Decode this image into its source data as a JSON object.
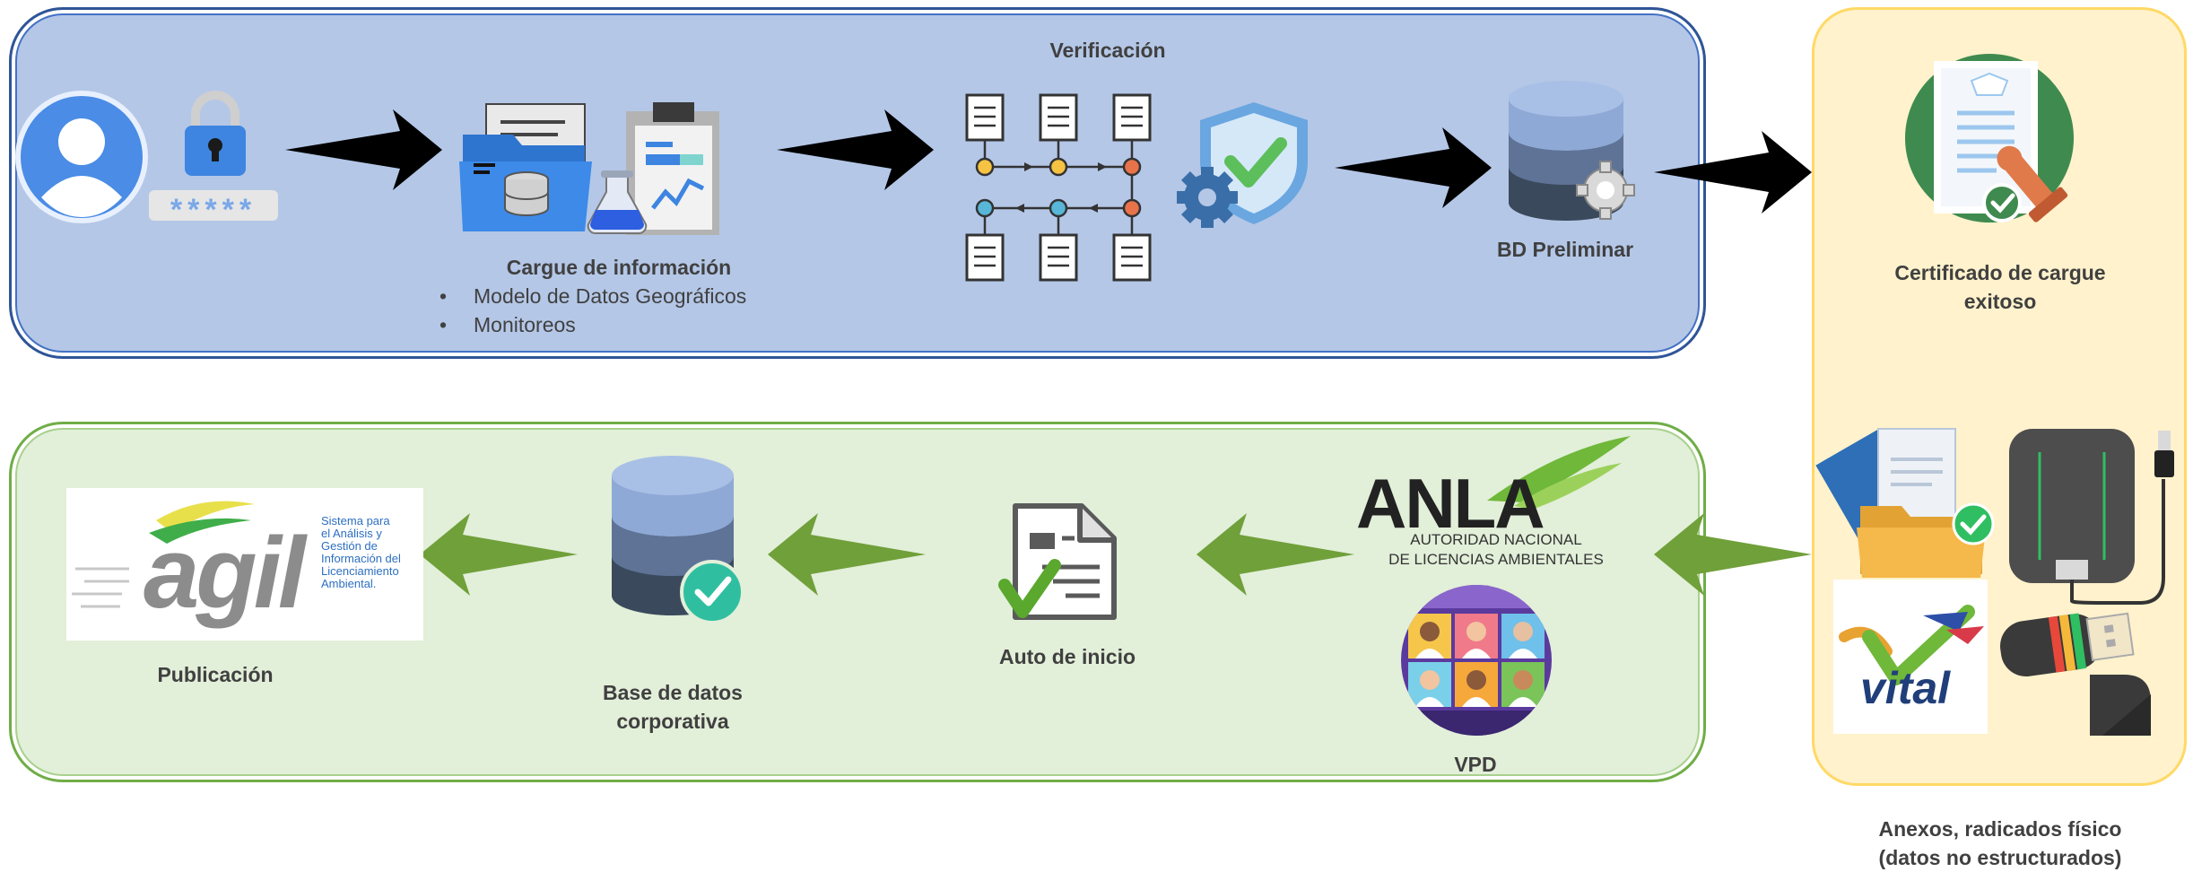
{
  "steps": {
    "cargue": {
      "title": "Cargue de información",
      "bullets": [
        "Modelo de Datos Geográficos",
        "Monitoreos"
      ]
    },
    "verificacion": {
      "title": "Verificación"
    },
    "bd_preliminar": {
      "title": "BD Preliminar"
    },
    "certificado": {
      "title_line1": "Certificado de cargue",
      "title_line2": "exitoso"
    },
    "anexos": {
      "title_line1": "Anexos, radicados físico",
      "title_line2": "(datos no estructurados)"
    },
    "vpd": {
      "title": "VPD"
    },
    "auto_inicio": {
      "title": "Auto de inicio"
    },
    "base_corporativa": {
      "title_line1": "Base de datos",
      "title_line2": "corporativa"
    },
    "publicacion": {
      "title": "Publicación"
    }
  },
  "logos": {
    "anla": {
      "name": "ANLA",
      "line1": "AUTORIDAD NACIONAL",
      "line2": "DE LICENCIAS AMBIENTALES"
    },
    "agil": {
      "name": "agil",
      "tagline": [
        "Sistema para",
        "el Análisis y",
        "Gestión de",
        "Información del",
        "Licenciamiento",
        "Ambiental."
      ]
    },
    "vital": {
      "name": "vital"
    }
  },
  "login": {
    "password_mask": "*****"
  },
  "colors": {
    "top_panel": "#b4c7e7",
    "bottom_panel": "#e2efd9",
    "right_panel": "#fff2cc",
    "green_arrow": "#70a03a",
    "black_arrow": "#000000"
  }
}
